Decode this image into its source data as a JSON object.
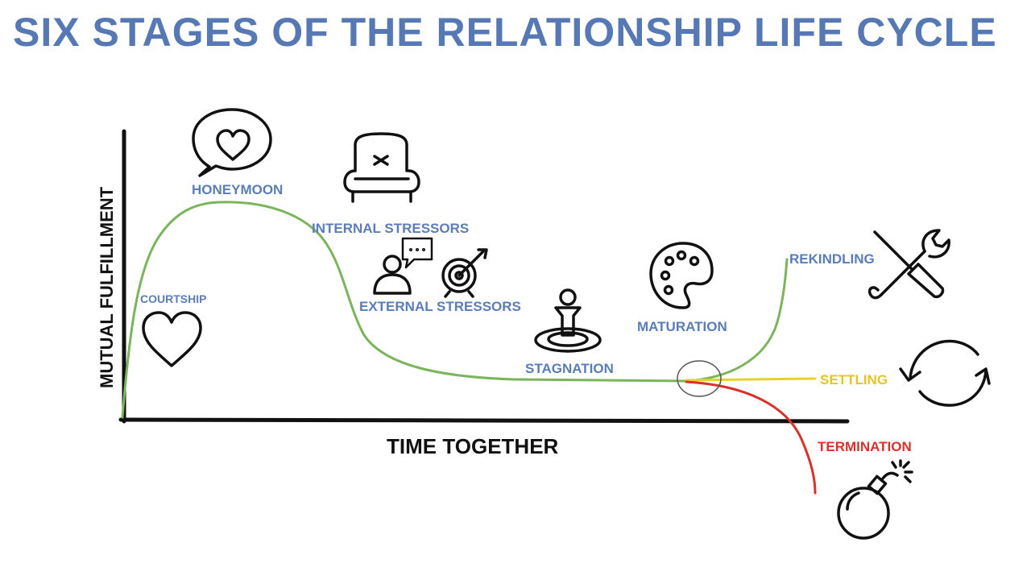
{
  "title": "SIX STAGES OF THE RELATIONSHIP LIFE CYCLE",
  "axes": {
    "x_label": "TIME TOGETHER",
    "y_label": "MUTUAL FULFILLMENT"
  },
  "stages": {
    "courtship": "COURTSHIP",
    "honeymoon": "HONEYMOON",
    "internal_stressors": "INTERNAL STRESSORS",
    "external_stressors": "EXTERNAL STRESSORS",
    "stagnation": "STAGNATION",
    "maturation": "MATURATION"
  },
  "outcomes": {
    "rekindling": "REKINDLING",
    "settling": "SETTLING",
    "termination": "TERMINATION"
  },
  "icons": [
    "heart-icon",
    "speech-bubble-heart-icon",
    "armchair-icon",
    "person-with-chat-icon",
    "target-icon",
    "person-on-target-icon",
    "palette-icon",
    "tools-icon",
    "refresh-icon",
    "bomb-icon"
  ],
  "colors": {
    "title": "#5678b4",
    "stage_labels": "#5a7db8",
    "main_curve": "#7ab55c",
    "rekindling_curve": "#7ab55c",
    "settling_curve": "#e8d12c",
    "termination_curve": "#d8322a",
    "axes": "#111111"
  }
}
